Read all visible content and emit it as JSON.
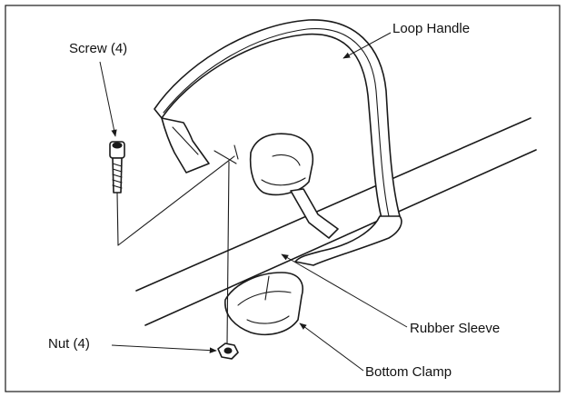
{
  "labels": {
    "loop_handle": "Loop Handle",
    "screw": "Screw (4)",
    "rubber_sleeve": "Rubber Sleeve",
    "nut": "Nut (4)",
    "bottom_clamp": "Bottom Clamp"
  },
  "colors": {
    "ink": "#1a1a1a",
    "paper": "#ffffff"
  }
}
